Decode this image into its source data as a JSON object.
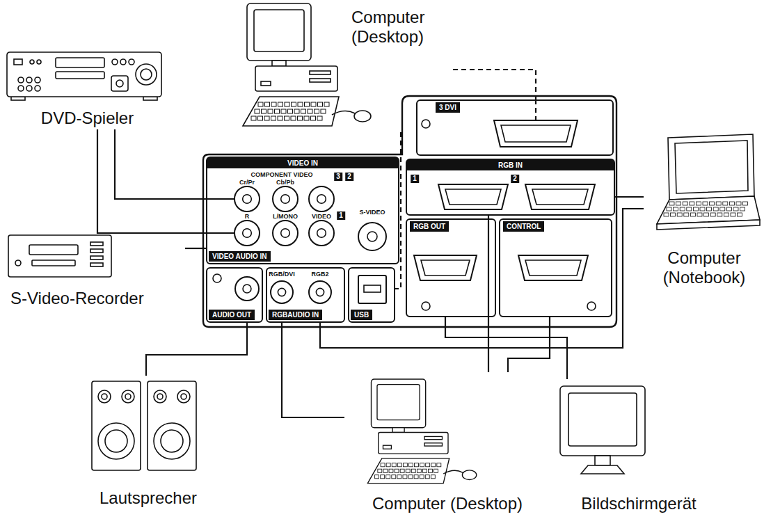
{
  "diagram": {
    "nodes": [
      {
        "text": [
          "Computer (Desktop)"
        ]
      },
      {
        "text": [
          "DVD-Spieler"
        ]
      },
      {
        "text": [
          "3 DVI"
        ]
      },
      {
        "text": [
          "VIDEO IN",
          "VIDEO AUDIO IN"
        ]
      },
      {
        "text": [
          "RGB IN"
        ]
      },
      {
        "text": [
          "Computer (Notebook)"
        ]
      },
      {
        "text": [
          "S-Video-Recorder"
        ]
      },
      {
        "text": [
          "RGB OUT"
        ]
      },
      {
        "text": [
          "CONTROL"
        ]
      },
      {
        "text": [
          "AUDIO OUT"
        ]
      },
      {
        "text": [
          "RGBAUDIO IN"
        ]
      },
      {
        "text": [
          "USB"
        ]
      },
      {
        "text": [
          "Lautsprecher"
        ]
      },
      {
        "text": [
          "Computer (Desktop)"
        ]
      },
      {
        "text": [
          "Bildschirmgerät"
        ]
      }
    ],
    "edges": [
      {
        "from": 0,
        "to": 2,
        "arrow": "none"
      },
      {
        "from": 0,
        "to": 11,
        "arrow": "none"
      },
      {
        "from": 1,
        "to": 3,
        "arrow": "none"
      },
      {
        "from": 1,
        "to": 3,
        "arrow": "none"
      },
      {
        "from": 6,
        "to": 3,
        "arrow": "none"
      },
      {
        "from": 5,
        "to": 4,
        "arrow": "none"
      },
      {
        "from": 5,
        "to": 10,
        "arrow": "none"
      },
      {
        "from": 13,
        "to": 4,
        "arrow": "none"
      },
      {
        "from": 13,
        "to": 8,
        "arrow": "none"
      },
      {
        "from": 13,
        "to": 10,
        "arrow": "none"
      },
      {
        "from": 7,
        "to": 14,
        "arrow": "none"
      },
      {
        "from": 9,
        "to": 12,
        "arrow": "none"
      }
    ],
    "labels": [
      "COMPONENT VIDEO",
      "Cr/Pr",
      "Cb/Pb",
      "3",
      "2",
      "S-VIDEO",
      "1",
      "R",
      "L/MONO",
      "VIDEO",
      "RGB/DVI",
      "RGB2",
      "1",
      "2"
    ]
  }
}
